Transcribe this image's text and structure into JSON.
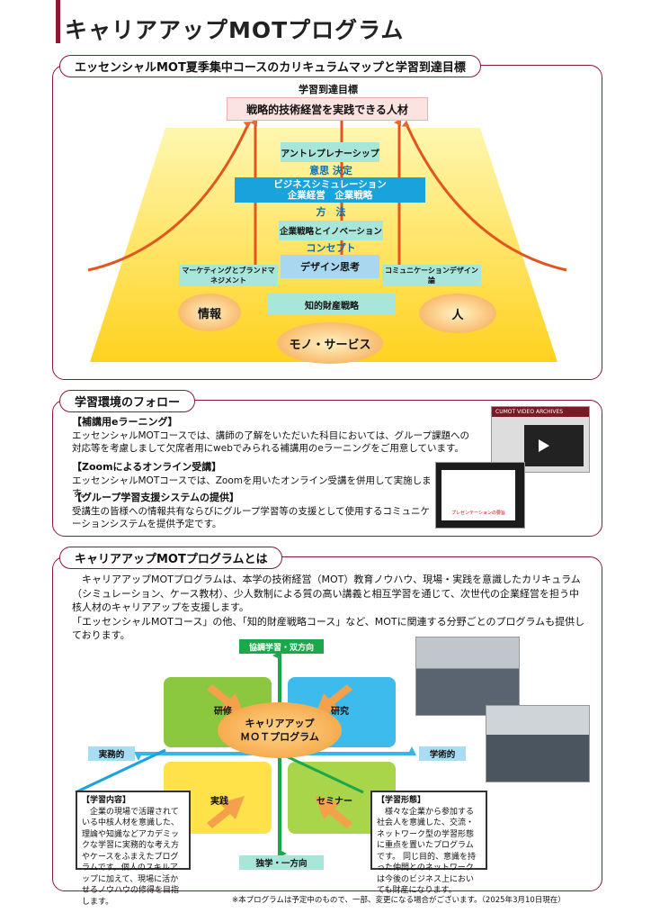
{
  "page_title": "キャリアアップMOTプログラム",
  "section1": {
    "tab": "エッセンシャルMOT夏季集中コースのカリキュラムマップと学習到達目標",
    "goal_label": "学習到達目標",
    "goal": "戦略的技術経営を実践できる人材",
    "entrepreneurship": "アントレプレナーシップ",
    "decision": "意思 決定",
    "biz_sim_line1": "ビジネスシミュレーション",
    "biz_sim_line2": "企業経営　企業戦略",
    "method": "方　法",
    "strategy_innovation": "企業戦略とイノベーション",
    "concept": "コンセプト",
    "design_thinking": "デザイン思考",
    "marketing": "マーケティングとブランドマネジメント",
    "communication": "コミュニケーションデザイン論",
    "ip_strategy": "知的財産戦略",
    "info": "情報",
    "people": "人",
    "goods_services": "モノ・サービス"
  },
  "section2": {
    "tab": "学習環境のフォロー",
    "h1": "【補講用eラーニング】",
    "p1": "エッセンシャルMOTコースでは、講師の了解をいただいた科目においては、グループ課題への対応等を考慮しまして欠席者用にwebでみられる補講用のeラーニングをご用意しています。",
    "h2": "【Zoomによるオンライン受講】",
    "p2": "エッセンシャルMOTコースでは、Zoomを用いたオンライン受講を併用して実施します。",
    "h3": "【グループ学習支援システムの提供】",
    "p3": "受講生の皆様への情報共有ならびにグループ学習等の支援として使用するコミュニケーションシステムを提供予定です。",
    "shot1_title": "CUMOT VIDEO ARCHIVES",
    "shot2_title": "プレゼンテーションの要旨"
  },
  "section3": {
    "tab": "キャリアアップMOTプログラムとは",
    "p1": "キャリアアップMOTプログラムは、本学の技術経営（MOT）教育ノウハウ、現場・実践を意識したカリキュラム（シミュレーション、ケース教材）、少人数制による質の高い講義と相互学習を通じて、次世代の企業経営を担う中核人材のキャリアアップを支援します。",
    "p2": "「エッセンシャルMOTコース」の他、「知的財産戦略コース」など、MOTに関連する分野ごとのプログラムも提供しております。",
    "top_label": "協調学習・双方向",
    "bottom_label": "独学・一方向",
    "left_label": "実務的",
    "right_label": "学術的",
    "q_training": "研修",
    "q_research": "研究",
    "q_practice": "実践",
    "q_seminar": "セミナー",
    "center_line1": "キャリアアップ",
    "center_line2": "ＭＯＴプログラム",
    "note_left_title": "【学習内容】",
    "note_left": "企業の現場で活躍されている中核人材を意識した、理論や知識などアカデミックな学習に実務的な考え方やケースをふまえたプログラムです。個人のスキルアップに加えて、現場に活かせるノウハウの修得を目指します。",
    "note_right_title": "【学習形態】",
    "note_right": "様々な企業から参加する社会人を意識した、交流・ネットワーク型の学習形態に重点を置いたプログラムです。 同じ目的、意識を持った仲間とのネットワークは今後のビジネス上においても財産になります。"
  },
  "footer": "※本プログラムは予定中のもので、一部、変更になる場合がございます。（2025年3月10日現在）",
  "colors": {
    "brand": "#8a1a32",
    "yellow": "#ffd33a",
    "cyan": "#19a3dd",
    "green": "#1aa84a",
    "orange": "#f5a04a"
  }
}
